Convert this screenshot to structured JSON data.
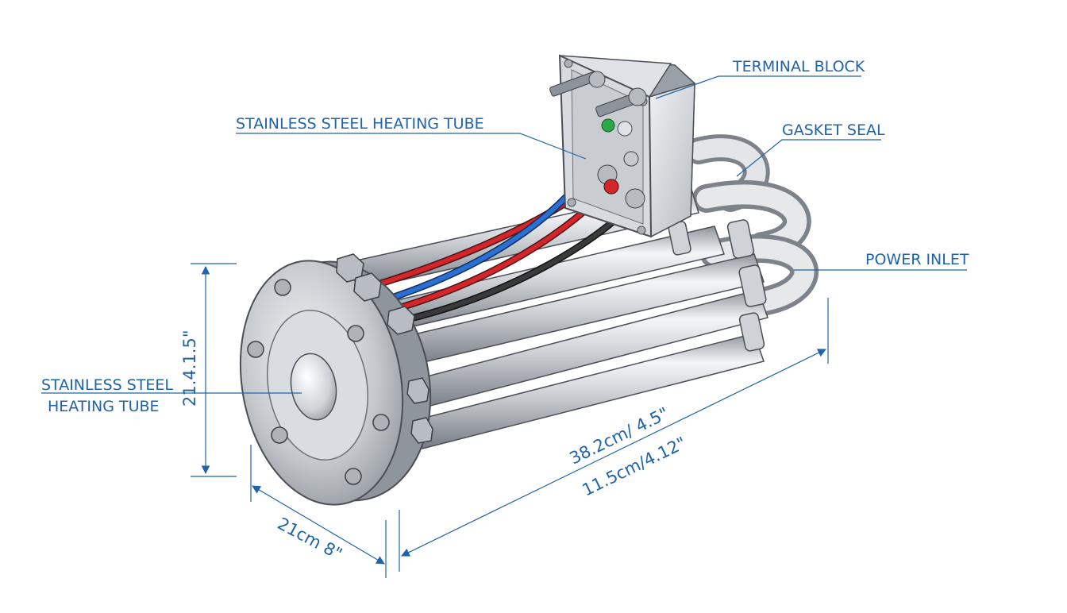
{
  "colors": {
    "annotation": "#1f64a8",
    "steel_light": "#f2f3f5",
    "steel_mid": "#c3c7cd",
    "steel_dark": "#7d838b",
    "outline": "#4a4f56",
    "wire_red": "#d3262b",
    "wire_blue": "#2a6fd1",
    "wire_black": "#3a3a3a",
    "wire_green": "#2aa84a"
  },
  "labels": {
    "terminal_block": "TERMINAL BLOCK",
    "heating_tube_top": "STAINLESS STEEL HEATING TUBE",
    "gasket_seal": "GASKET SEAL",
    "power_inlet": "POWER INLET",
    "heating_tube_left_line1": "STAINLESS STEEL",
    "heating_tube_left_line2": "HEATING TUBE"
  },
  "dimensions": {
    "height": "21.4.1.5\"",
    "length_upper": "38.2cm/ 4.5\"",
    "length_lower": "11.5cm/4.12\"",
    "flange_depth": "21cm 8\""
  }
}
